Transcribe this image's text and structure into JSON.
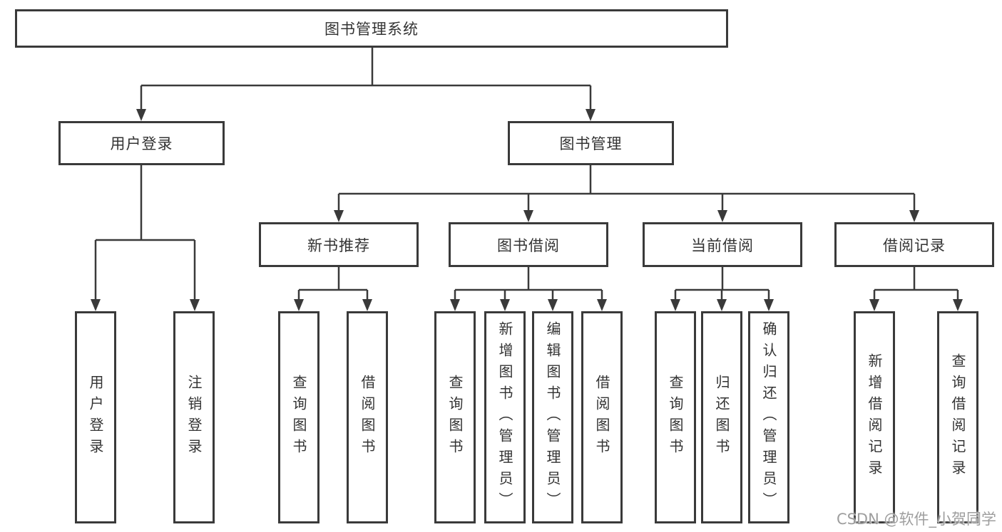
{
  "diagram": {
    "root": {
      "label": "图书管理系统"
    },
    "branches": [
      {
        "label": "用户登录",
        "children": [
          {
            "label": "用户登录"
          },
          {
            "label": "注销登录"
          }
        ]
      },
      {
        "label": "图书管理",
        "children": [
          {
            "label": "新书推荐",
            "children": [
              {
                "label": "查询图书"
              },
              {
                "label": "借阅图书"
              }
            ]
          },
          {
            "label": "图书借阅",
            "children": [
              {
                "label": "查询图书"
              },
              {
                "label": "新增图书（管理员）"
              },
              {
                "label": "编辑图书（管理员）"
              },
              {
                "label": "借阅图书"
              }
            ]
          },
          {
            "label": "当前借阅",
            "children": [
              {
                "label": "查询图书"
              },
              {
                "label": "归还图书"
              },
              {
                "label": "确认归还（管理员）"
              }
            ]
          },
          {
            "label": "借阅记录",
            "children": [
              {
                "label": "新增借阅记录"
              },
              {
                "label": "查询借阅记录"
              }
            ]
          }
        ]
      }
    ]
  },
  "colors": {
    "line": "#3a3a3a",
    "text": "#333333",
    "watermark": "#9e9e9e"
  },
  "watermark": {
    "text": "CSDN @软件_小贺同学"
  }
}
